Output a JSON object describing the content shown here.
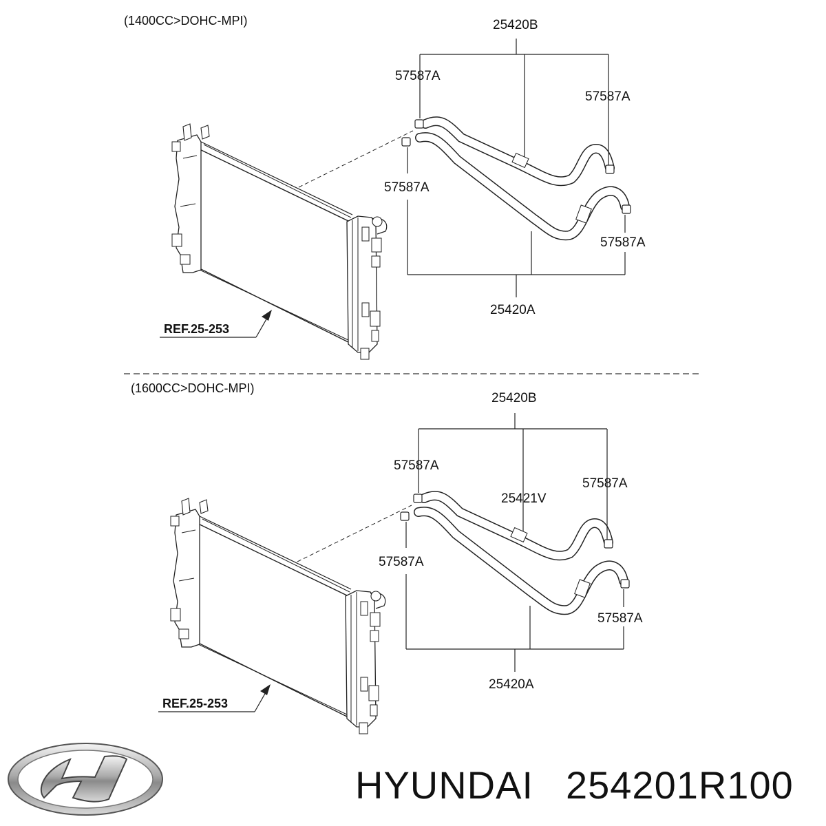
{
  "top_section": {
    "engine": "(1400CC>DOHC-MPI)",
    "ref": "REF.25-253",
    "labels": {
      "hose_b": "25420B",
      "clamp_tl": "57587A",
      "clamp_tr": "57587A",
      "clamp_ml": "57587A",
      "clamp_br": "57587A",
      "hose_a": "25420A"
    }
  },
  "bottom_section": {
    "engine": "(1600CC>DOHC-MPI)",
    "ref": "REF.25-253",
    "labels": {
      "hose_b": "25420B",
      "clamp_tl": "57587A",
      "clamp_tr": "57587A",
      "hose_v": "25421V",
      "clamp_ml": "57587A",
      "clamp_br": "57587A",
      "hose_a": "25420A"
    }
  },
  "footer": {
    "brand": "HYUNDAI",
    "part_number": "254201R100"
  }
}
